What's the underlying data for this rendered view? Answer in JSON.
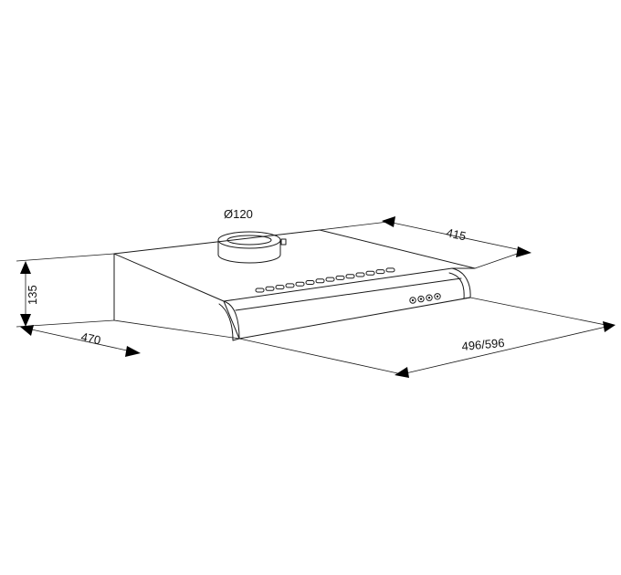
{
  "dimensions": {
    "duct_diameter": "Ø120",
    "depth": "415",
    "height": "135",
    "width_side": "470",
    "width_options": "496/596"
  },
  "colors": {
    "line": "#1a1a1a",
    "background": "#ffffff"
  },
  "icons": {
    "control_buttons": 4,
    "vent_slots": 14
  }
}
